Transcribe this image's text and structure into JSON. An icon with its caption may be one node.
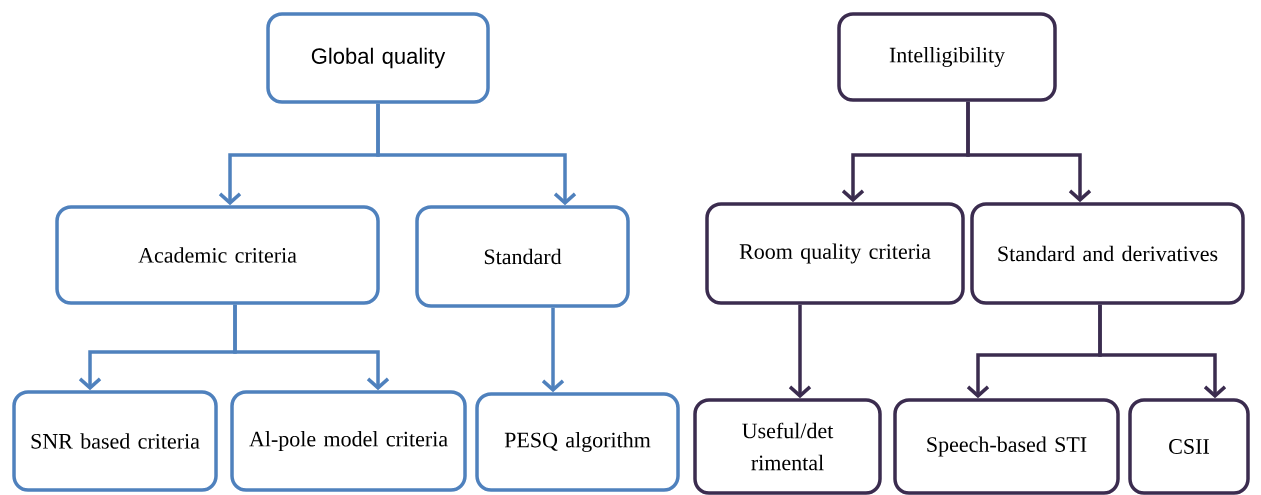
{
  "diagram": {
    "nodes": [
      {
        "text": [
          "Global quality"
        ]
      },
      {
        "text": [
          "Academic criteria"
        ]
      },
      {
        "text": [
          "Standard"
        ]
      },
      {
        "text": [
          "SNR based criteria"
        ]
      },
      {
        "text": [
          "Al-pole model criteria"
        ]
      },
      {
        "text": [
          "PESQ algorithm"
        ]
      },
      {
        "text": [
          "Intelligibility"
        ]
      },
      {
        "text": [
          "Room quality criteria"
        ]
      },
      {
        "text": [
          "Standard and derivatives"
        ]
      },
      {
        "text": [
          "Useful/det rimental"
        ]
      },
      {
        "text": [
          "Speech-based STI"
        ]
      },
      {
        "text": [
          "CSII"
        ]
      }
    ],
    "edges": [
      {
        "from": 0,
        "to": 1,
        "arrow": "to"
      },
      {
        "from": 0,
        "to": 2,
        "arrow": "to"
      },
      {
        "from": 1,
        "to": 3,
        "arrow": "to"
      },
      {
        "from": 1,
        "to": 4,
        "arrow": "to"
      },
      {
        "from": 2,
        "to": 5,
        "arrow": "to"
      },
      {
        "from": 6,
        "to": 7,
        "arrow": "to",
        "color": "#3b2c4f"
      },
      {
        "from": 6,
        "to": 8,
        "arrow": "to",
        "color": "#3b2c4f"
      },
      {
        "from": 7,
        "to": 9,
        "arrow": "to",
        "color": "#3b2c4f"
      },
      {
        "from": 8,
        "to": 10,
        "arrow": "to",
        "color": "#3b2c4f"
      },
      {
        "from": 8,
        "to": 11,
        "arrow": "to",
        "color": "#3b2c4f"
      }
    ]
  }
}
